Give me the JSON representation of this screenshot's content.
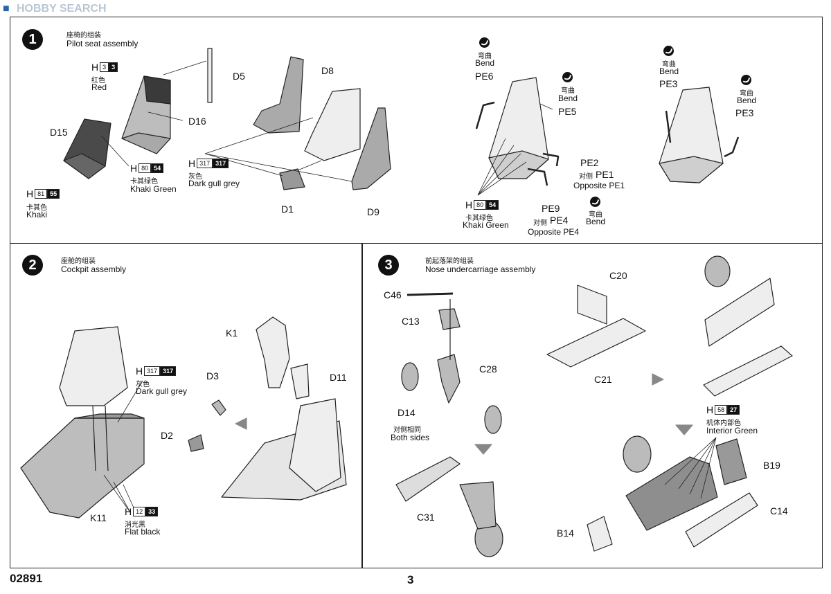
{
  "header": {
    "brand": "HOBBY SEARCH"
  },
  "footer": {
    "code": "02891",
    "page": "3"
  },
  "step1": {
    "number": "1",
    "title_cn": "座椅的组装",
    "title_en": "Pilot seat assembly"
  },
  "step2": {
    "number": "2",
    "title_cn": "座舱的组装",
    "title_en": "Cockpit assembly"
  },
  "step3": {
    "number": "3",
    "title_cn": "前起落架的组装",
    "title_en": "Nose undercarriage assembly"
  },
  "paints": {
    "red": {
      "h": "H",
      "w": "3",
      "b": "3",
      "cn": "红色",
      "en": "Red"
    },
    "khaki_green": {
      "h": "H",
      "w": "80",
      "b": "54",
      "cn": "卡其绿色",
      "en": "Khaki Green"
    },
    "khaki": {
      "h": "H",
      "w": "81",
      "b": "55",
      "cn": "卡其色",
      "en": "Khaki"
    },
    "dark_gull_grey": {
      "h": "H",
      "w": "317",
      "b": "317",
      "cn": "灰色",
      "en": "Dark gull grey"
    },
    "flat_black": {
      "h": "H",
      "w": "12",
      "b": "33",
      "cn": "消光黑",
      "en": "Flat black"
    },
    "interior_green": {
      "h": "H",
      "w": "58",
      "b": "27",
      "cn": "机体内部色",
      "en": "Interior Green"
    }
  },
  "bend": {
    "cn": "弯曲",
    "en": "Bend"
  },
  "opposite": {
    "cn": "对侧",
    "pe1": "PE1",
    "pe4": "PE4",
    "en_pe1": "Opposite PE1",
    "en_pe4": "Opposite PE4"
  },
  "both_sides": {
    "cn": "对侧相同",
    "en": "Both sides"
  },
  "parts": {
    "D5": "D5",
    "D8": "D8",
    "D16": "D16",
    "D15": "D15",
    "D1": "D1",
    "D9": "D9",
    "PE6": "PE6",
    "PE5": "PE5",
    "PE2": "PE2",
    "PE9": "PE9",
    "PE3a": "PE3",
    "PE3b": "PE3",
    "K1": "K1",
    "D3": "D3",
    "D11": "D11",
    "D2": "D2",
    "K11": "K11",
    "C46": "C46",
    "C13": "C13",
    "C28": "C28",
    "D14": "D14",
    "C31": "C31",
    "C20": "C20",
    "C21": "C21",
    "B19": "B19",
    "C14": "C14",
    "B14": "B14"
  }
}
